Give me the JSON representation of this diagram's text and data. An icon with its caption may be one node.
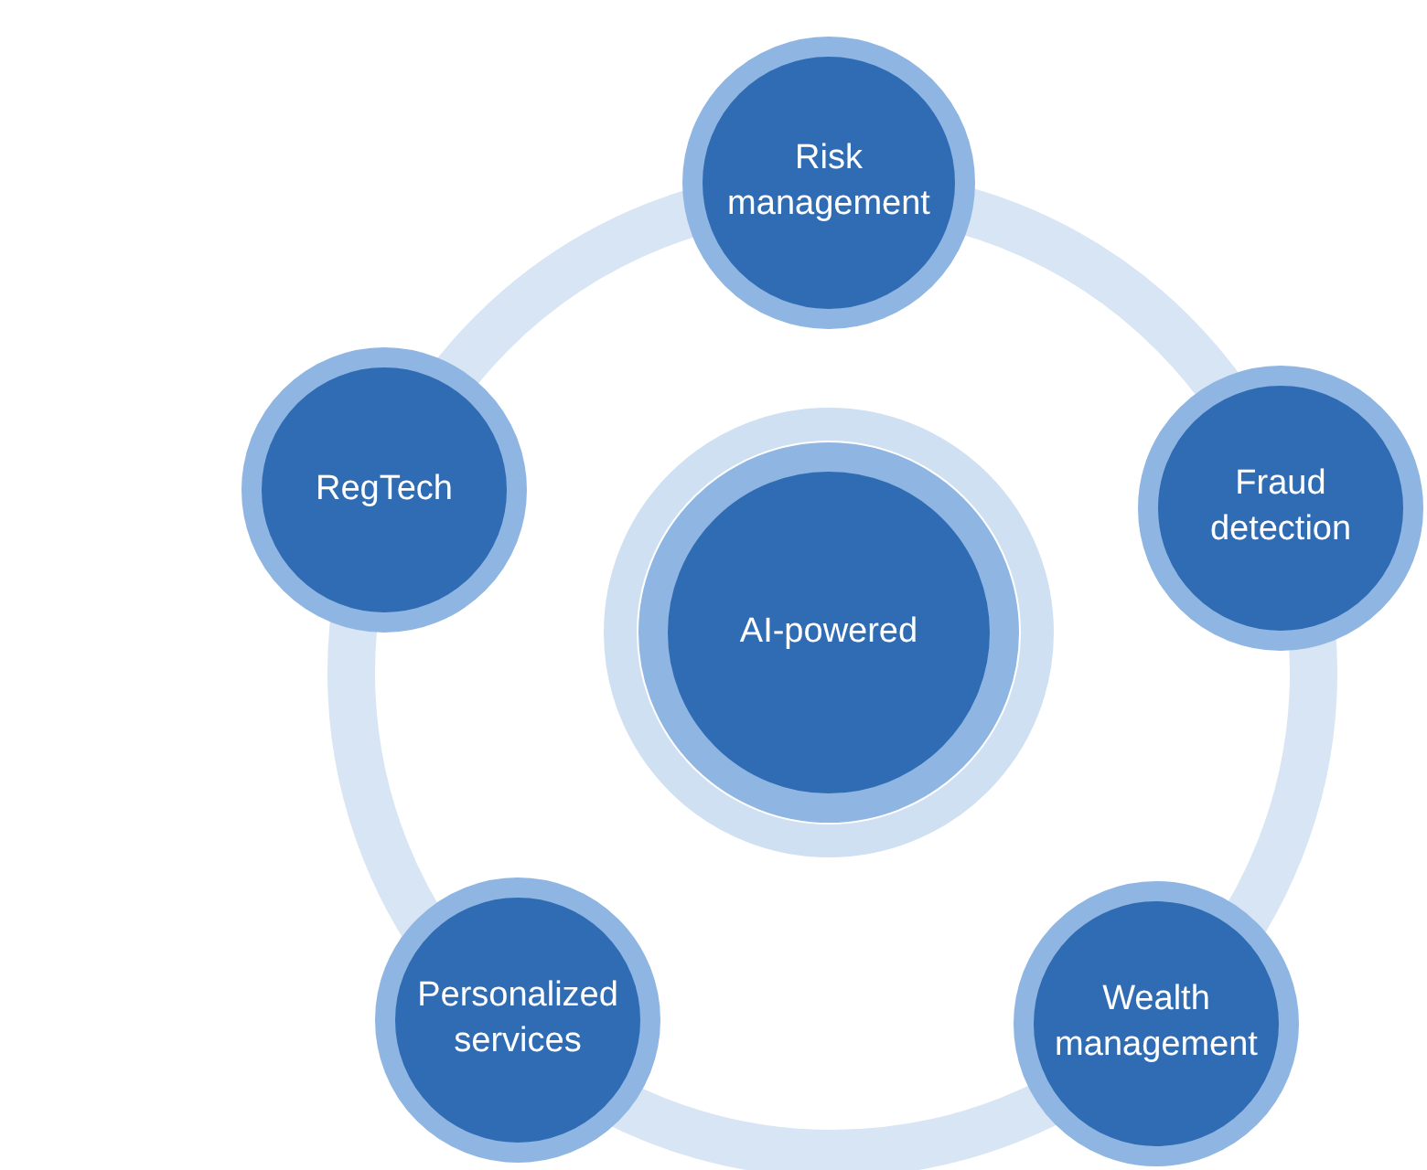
{
  "diagram": {
    "nodes": [
      {
        "text": [
          "AI-powered"
        ]
      },
      {
        "text": [
          "Risk management"
        ]
      },
      {
        "text": [
          "Fraud detection"
        ]
      },
      {
        "text": [
          "Wealth management"
        ]
      },
      {
        "text": [
          "Personalized services"
        ]
      },
      {
        "text": [
          "RegTech"
        ]
      }
    ]
  }
}
